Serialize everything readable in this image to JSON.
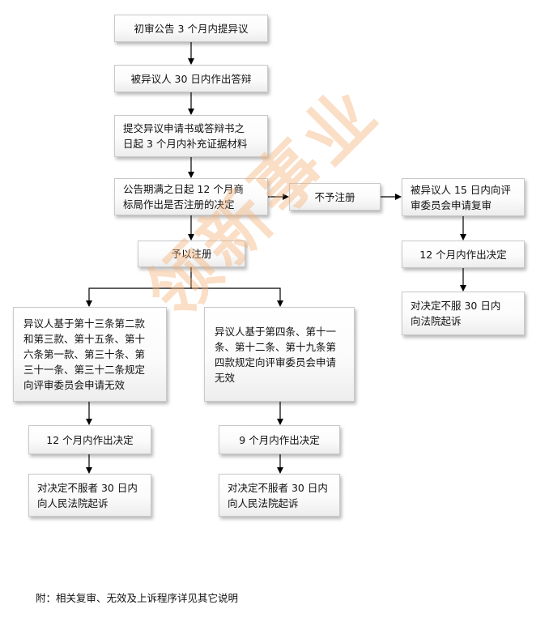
{
  "boxes": {
    "initial_announcement": "初审公告 3 个月内提异议",
    "respondent_reply": "被异议人 30 日内作出答辩",
    "supplement_evidence": [
      "提交异议申请书或答辩书之",
      "日起 3 个月内补充证据材料"
    ],
    "registration_decision": [
      "公告期满之日起  12  个月商",
      "标局作出是否注册的决定"
    ],
    "not_registered": "不予注册",
    "review_application": [
      "被异议人 15 日内向评",
      "审委员会申请复审"
    ],
    "review_decision": "12 个月内作出决定",
    "review_lawsuit": [
      "对决定不服  30  日内",
      "向法院起诉"
    ],
    "registered": "予以注册",
    "invalidation_left": [
      "异议人基于第十三条第二款",
      "和第三款、第十五条、第十",
      "六条第一款、第三十条、第",
      "三十一条、第三十二条规定",
      "向评审委员会申请无效"
    ],
    "invalidation_right": [
      "异议人基于第四条、第十一",
      "条、第十二条、第十九条第",
      "四款规定向评审委员会申请",
      "无效"
    ],
    "left_decision": "12 个月内作出决定",
    "right_decision": "9 个月内作出决定",
    "left_lawsuit": [
      "对决定不服者 30 日内",
      "向人民法院起诉"
    ],
    "right_lawsuit": [
      "对决定不服者 30 日内",
      "向人民法院起诉"
    ]
  },
  "watermark": "领新事业",
  "footnote": "附：相关复审、无效及上诉程序详见其它说明",
  "colors": {
    "box_border": "#c9c9c9",
    "arrow": "#000000",
    "watermark": "#f4b078"
  }
}
